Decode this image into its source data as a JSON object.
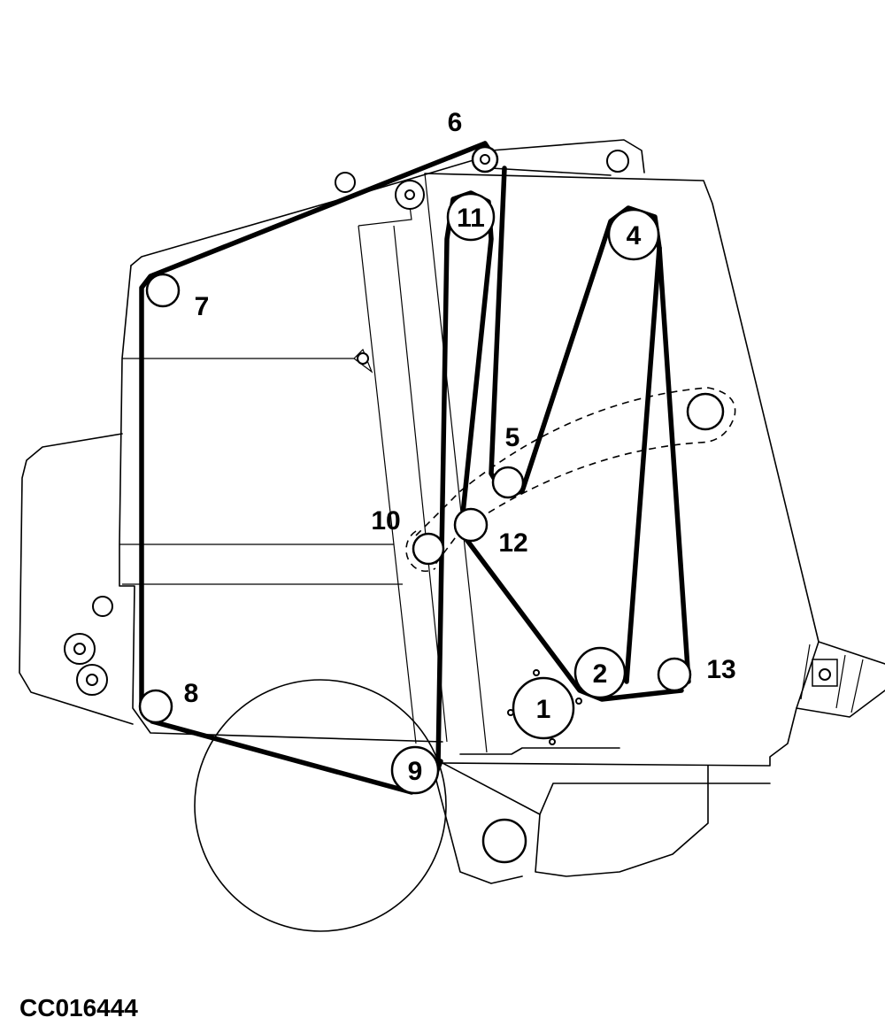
{
  "figure_code": "CC016444",
  "rollers": [
    {
      "number": "1"
    },
    {
      "number": "2"
    },
    {
      "number": "4"
    },
    {
      "number": "5"
    },
    {
      "number": "6"
    },
    {
      "number": "7"
    },
    {
      "number": "8"
    },
    {
      "number": "9"
    },
    {
      "number": "10"
    },
    {
      "number": "11"
    },
    {
      "number": "12"
    },
    {
      "number": "13"
    }
  ]
}
